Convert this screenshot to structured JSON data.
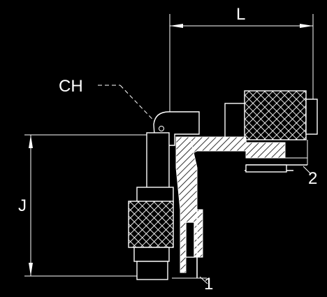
{
  "labels": {
    "length": "L",
    "height": "J",
    "hex": "CH",
    "port_1": "1",
    "port_2": "2"
  },
  "colors": {
    "background": "#000000",
    "ink": "#ffffff"
  }
}
